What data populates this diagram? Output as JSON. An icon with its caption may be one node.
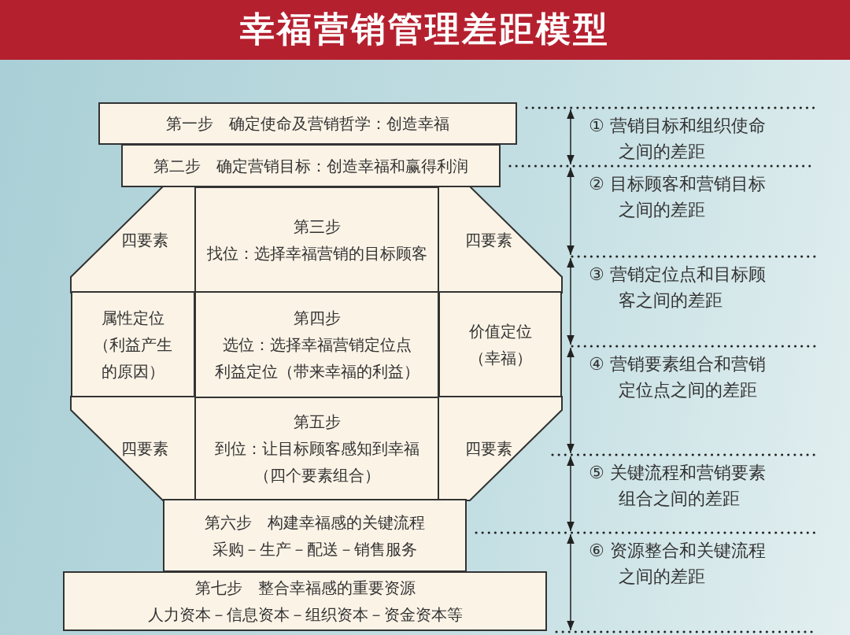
{
  "diagram": {
    "title": "幸福营销管理差距模型",
    "nodes": [
      {
        "text": [
          "第一步　确定使命及营销哲学：创造幸福"
        ]
      },
      {
        "text": [
          "第二步　确定营销目标：创造幸福和赢得利润"
        ]
      },
      {
        "text": [
          "四要素"
        ]
      },
      {
        "text": [
          "第三步",
          "找位：选择幸福营销的目标顾客"
        ]
      },
      {
        "text": [
          "四要素"
        ]
      },
      {
        "text": [
          "属性定位（利益产生的原因）"
        ]
      },
      {
        "text": [
          "第四步",
          "选位：选择幸福营销定位点",
          "利益定位（带来幸福的利益）"
        ]
      },
      {
        "text": [
          "价值定位（幸福）"
        ]
      },
      {
        "text": [
          "四要素"
        ]
      },
      {
        "text": [
          "第五步",
          "到位：让目标顾客感知到幸福",
          "（四个要素组合）"
        ]
      },
      {
        "text": [
          "四要素"
        ]
      },
      {
        "text": [
          "第六步　构建幸福感的关键流程",
          "采购－生产－配送－销售服务"
        ]
      },
      {
        "text": [
          "第七步　整合幸福感的重要资源",
          "人力资本－信息资本－组织资本－资金资本等"
        ]
      }
    ],
    "labels": [
      "① 营销目标和组织使命之间的差距",
      "② 目标顾客和营销目标之间的差距",
      "③ 营销定位点和目标顾客之间的差距",
      "④ 营销要素组合和营销定位点之间的差距",
      "⑤ 关键流程和营销要素组合之间的差距",
      "⑥ 资源整合和关键流程之间的差距"
    ]
  }
}
